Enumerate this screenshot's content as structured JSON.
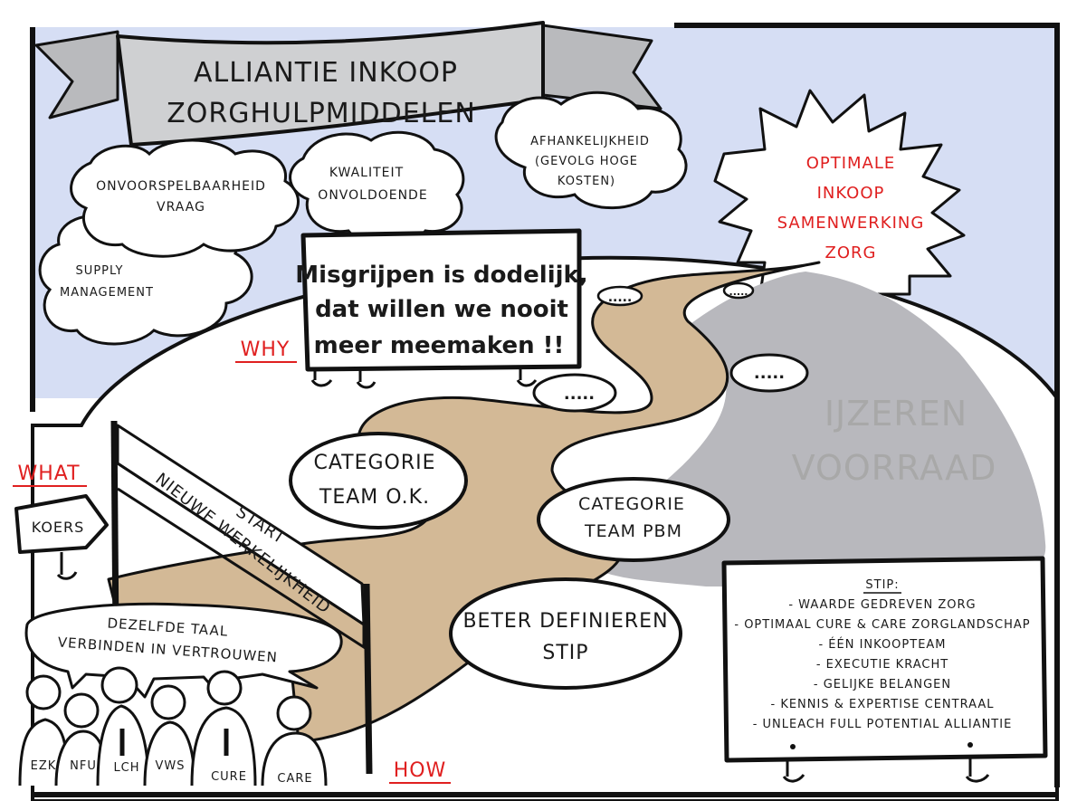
{
  "banner": {
    "line1": "ALLIANTIE INKOOP",
    "line2": "ZORGHULPMIDDELEN"
  },
  "clouds": {
    "onvoorspelbaarheid": [
      "ONVOORSPELBAARHEID",
      "VRAAG"
    ],
    "kwaliteit": [
      "KWALITEIT",
      "ONVOLDOENDE"
    ],
    "afhankelijkheid": [
      "AFHANKELIJKHEID",
      "(GEVOLG HOGE",
      "KOSTEN)"
    ],
    "supply": [
      "SUPPLY",
      "MANAGEMENT"
    ]
  },
  "sun_text": [
    "OPTIMALE",
    "INKOOP",
    "SAMENWERKING",
    "ZORG"
  ],
  "sign_why": [
    "Misgrijpen is dodelijk,",
    "dat willen we nooit",
    "meer meemaken !!"
  ],
  "labels": {
    "why": "WHY",
    "what": "WHAT",
    "how": "HOW"
  },
  "ijzeren": [
    "IJZEREN",
    "VOORRAAD"
  ],
  "bubbles": {
    "ok": [
      "CATEGORIE",
      "TEAM  O.K."
    ],
    "pbm": [
      "CATEGORIE",
      "TEAM PBM"
    ],
    "stip": [
      "BETER DEFINIEREN",
      "STIP"
    ],
    "dots": "....."
  },
  "start_gate": {
    "start": "START",
    "nieuwe": "NIEUWE WERKELIJKHEID"
  },
  "koers": "KOERS",
  "speech": [
    "DEZELFDE TAAL",
    "VERBINDEN IN VERTROUWEN"
  ],
  "people": [
    "EZK",
    "NFU",
    "LCH",
    "VWS",
    "CURE",
    "CARE"
  ],
  "stip_board": {
    "title": "STIP:",
    "items": [
      "- WAARDE GEDREVEN ZORG",
      "- OPTIMAAL CURE & CARE ZORGLANDSCHAP",
      "- ÉÉN INKOOPTEAM",
      "- EXECUTIE KRACHT",
      "- GELIJKE BELANGEN",
      "- KENNIS & EXPERTISE CENTRAAL",
      "- UNLEACH FULL POTENTIAL ALLIANTIE"
    ]
  },
  "colors": {
    "sky": "#d6def4",
    "road": "#d3b996",
    "boulder": "#b8b8bd",
    "red": "#e02020",
    "banner": "#cfd0d2"
  }
}
